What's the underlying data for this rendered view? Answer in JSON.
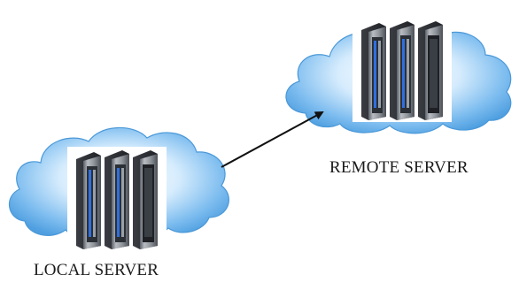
{
  "nodes": {
    "remote": {
      "label": "REMOTE SERVER",
      "icon": "server-rack-icon"
    },
    "local": {
      "label": "LOCAL SERVER",
      "icon": "server-rack-icon"
    }
  },
  "edge": {
    "from": "local",
    "to": "remote",
    "style": "arrow"
  },
  "colors": {
    "cloud_fill": "#57a9e6",
    "cloud_highlight": "#eaf5ff",
    "rack_body": "#8d9299",
    "rack_dark": "#2a2d33",
    "rack_led": "#2f6fe0",
    "arrow": "#111111"
  }
}
